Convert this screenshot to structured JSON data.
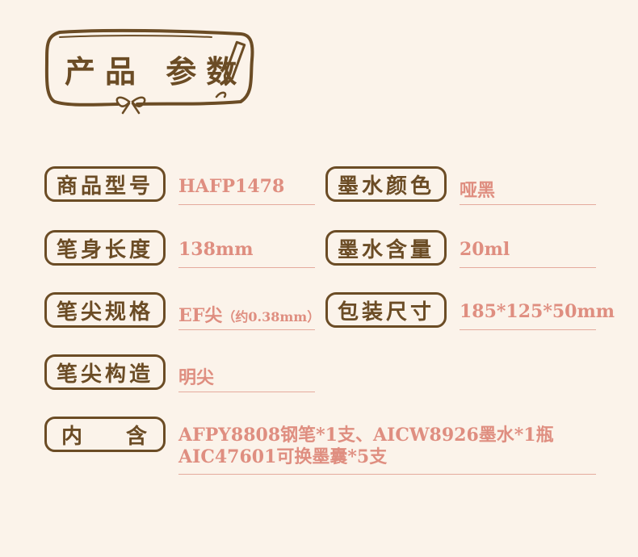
{
  "title": "产品 参数",
  "rows": [
    {
      "label": "商品型号",
      "value": "HAFP1478"
    },
    {
      "label": "墨水颜色",
      "value": "哑黑"
    },
    {
      "label": "笔身长度",
      "value": "138mm"
    },
    {
      "label": "墨水含量",
      "value": "20ml"
    },
    {
      "label": "笔尖规格",
      "value": "EF尖",
      "value_note": "（约0.38mm）"
    },
    {
      "label": "包装尺寸",
      "value": "185*125*50mm"
    },
    {
      "label": "笔尖构造",
      "value": "明尖"
    }
  ],
  "contents": {
    "label_left": "内",
    "label_right": "含",
    "line1": "AFPY8808钢笔*1支、AICW8926墨水*1瓶",
    "line2": "AIC47601可换墨囊*5支"
  },
  "colors": {
    "background": "#fbf3ea",
    "label_brown": "#6b4c25",
    "value_pink": "#df8e80",
    "underline": "#e4aa9d"
  },
  "icons": [
    "pencil-icon",
    "bow-icon"
  ]
}
